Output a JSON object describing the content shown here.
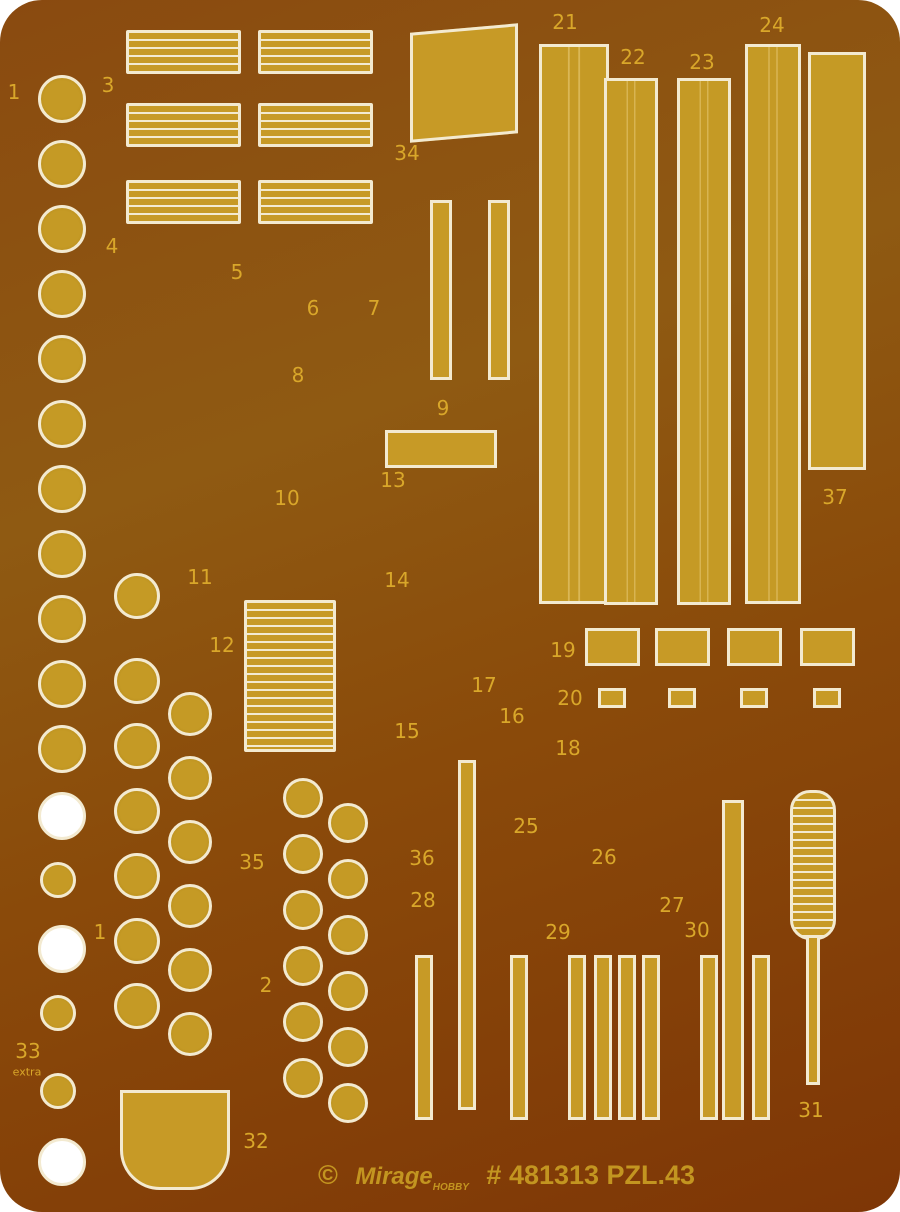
{
  "labels": [
    "1",
    "3",
    "34",
    "21",
    "22",
    "23",
    "24",
    "4",
    "5",
    "6",
    "7",
    "8",
    "9",
    "13",
    "37",
    "10",
    "11",
    "14",
    "12",
    "19",
    "20",
    "17",
    "16",
    "15",
    "18",
    "25",
    "35",
    "36",
    "26",
    "27",
    "28",
    "29",
    "30",
    "1",
    "2",
    "33",
    "extra",
    "31",
    "32"
  ],
  "footer": {
    "copyright": "©",
    "brand": "Mirage",
    "brand_sub": "HOBBY",
    "code": "# 481313 PZL.43"
  },
  "colors": {
    "brass": "#c79a26",
    "background": "#8a4a10",
    "outline": "#f3ead0",
    "label": "#d9a72a"
  }
}
